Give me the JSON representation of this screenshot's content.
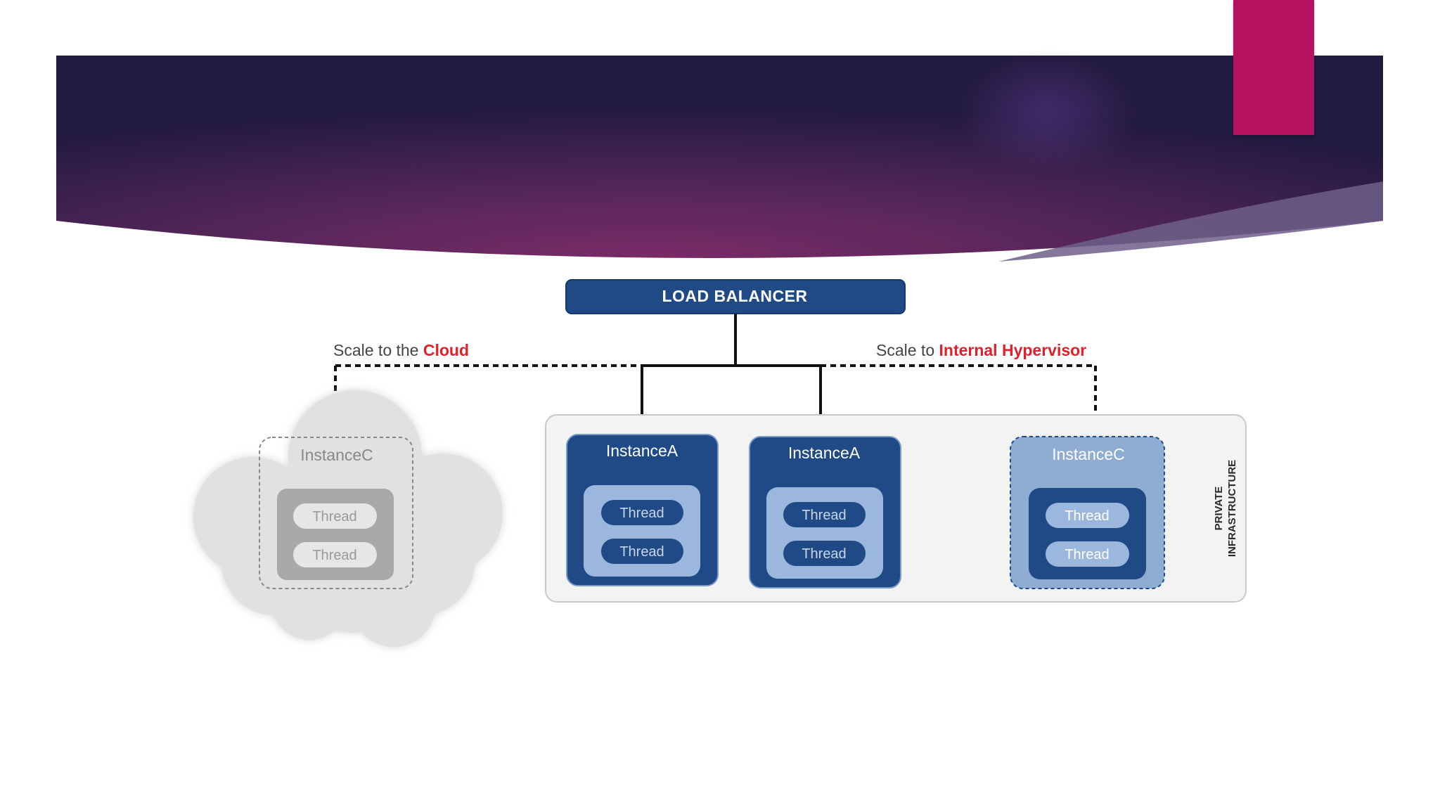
{
  "colors": {
    "banner_dark": "#2a1a44",
    "banner_mid": "#6a2a63",
    "accent": "#b5135f",
    "instance_dark": "#1f4a86",
    "instance_light": "#8fadd3",
    "cloud_gray": "#e0e0e0",
    "highlight_red": "#e0202a"
  },
  "diagram": {
    "load_balancer": "LOAD BALANCER",
    "scale_cloud": {
      "prefix": "Scale to the ",
      "emphasis": "Cloud"
    },
    "scale_hypervisor": {
      "prefix": "Scale to ",
      "emphasis": "Internal Hypervisor"
    },
    "cloud_instance": {
      "label": "InstanceC",
      "threads": [
        "Thread",
        "Thread"
      ]
    },
    "instance_a1": {
      "label": "InstanceA",
      "threads": [
        "Thread",
        "Thread"
      ]
    },
    "instance_a2": {
      "label": "InstanceA",
      "threads": [
        "Thread",
        "Thread"
      ]
    },
    "hypervisor_instance": {
      "label": "InstanceC",
      "threads": [
        "Thread",
        "Thread"
      ]
    },
    "private_label": [
      "PRIVATE",
      "INFRASTRUCTURE"
    ]
  }
}
